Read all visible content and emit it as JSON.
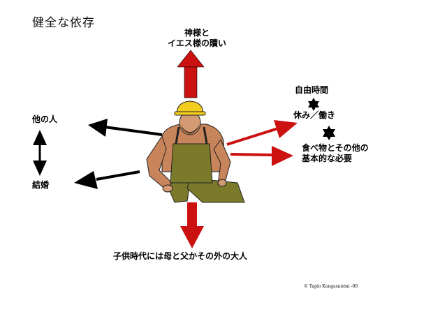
{
  "title": "健全な依存",
  "top_label": {
    "line1": "神様と",
    "line2": "イエス様の贖い"
  },
  "right": {
    "free_time": "自由時間",
    "rest_work": "休み／働き",
    "needs_line1": "食べ物とその他の",
    "needs_line2": "基本的な必要"
  },
  "left": {
    "others": "他の人",
    "marriage": "結婚"
  },
  "bottom_label": "子供時代には母と父かその外の大人",
  "copyright": "© Tapio Kangasniemi -00",
  "colors": {
    "red_arrow": "#cc1111",
    "black_arrow": "#000000",
    "figure_shirt": "#c8845a",
    "figure_overalls": "#7a7a2a",
    "helmet": "#f2cc1e"
  },
  "icons": [
    "star-of-david-icon",
    "worker-figure"
  ]
}
